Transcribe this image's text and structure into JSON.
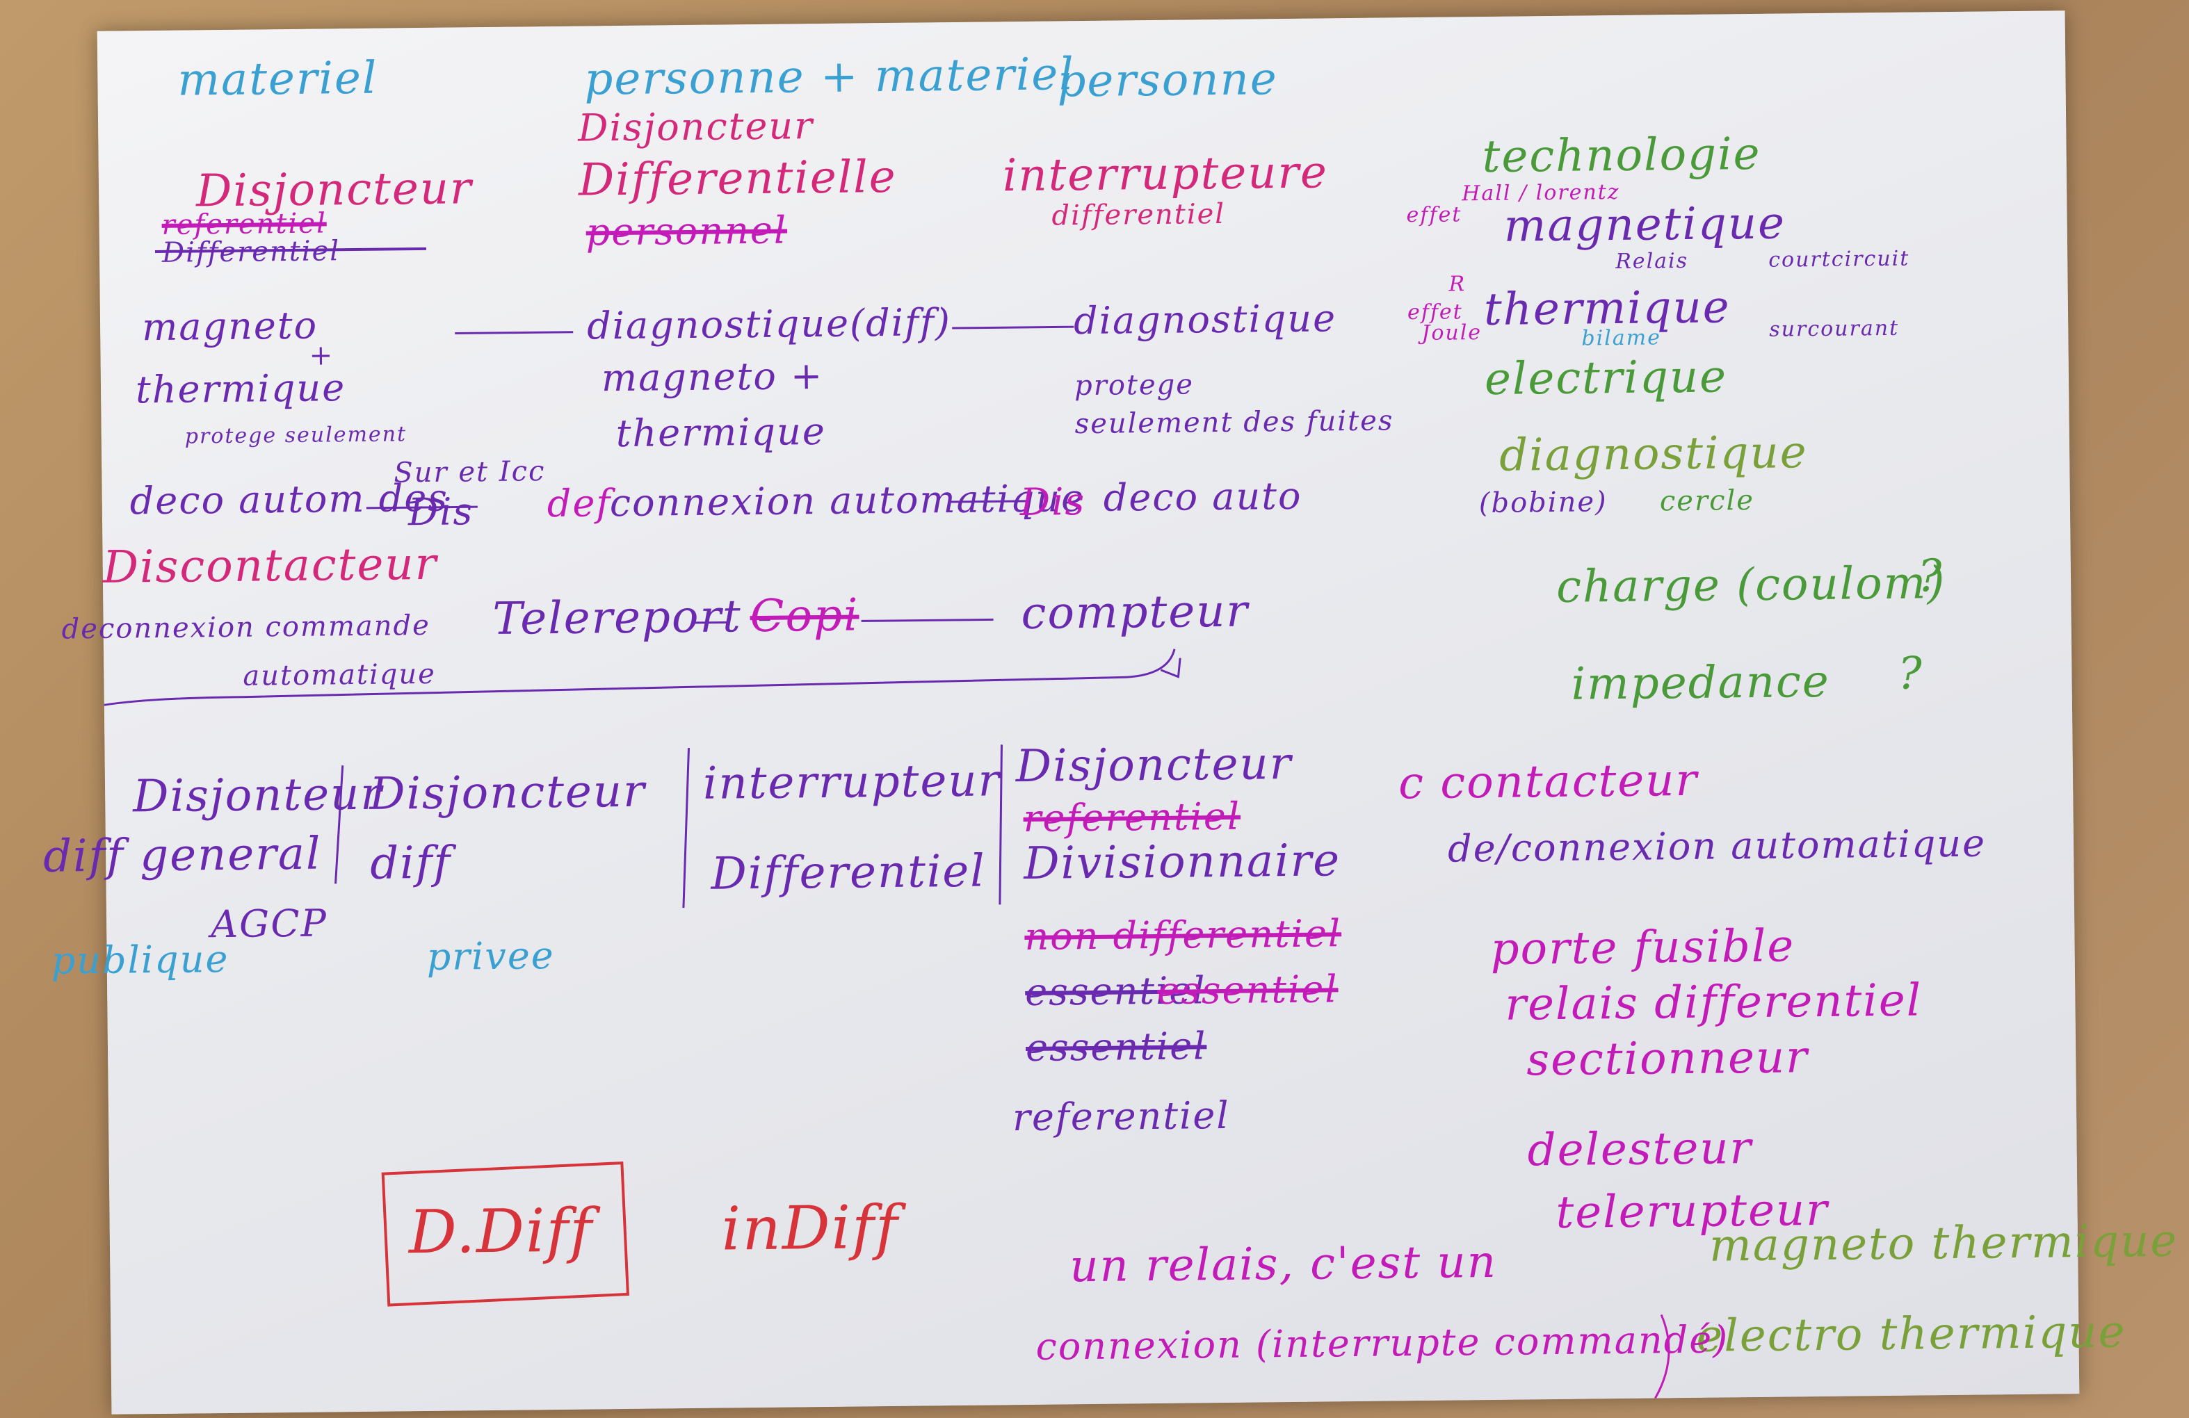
{
  "columns": {
    "materiel": "materiel",
    "personne_materiel": "personne + materiel",
    "personne": "personne"
  },
  "col1": {
    "line1": "Disjoncteur",
    "line2_struck": "referentiel",
    "line3_struck": "Differentiel",
    "magneto": "magneto",
    "plus": "+",
    "thermique": "thermique",
    "protege": "protege seulement",
    "deco": "deco autom des",
    "surintensite": "Sur et Icc",
    "dis": "Dis",
    "discontacteur": "Discontacteur",
    "deconnexion": "deconnexion commande",
    "automatique": "automatique"
  },
  "col2": {
    "line1": "Disjoncteur",
    "line2": "Differentielle",
    "struck": "personnel",
    "diagnostique": "diagnostique(diff)",
    "magneto": "magneto +",
    "thermique": "thermique",
    "def": "def",
    "connexion": "connexion automatique",
    "dis": "Dis",
    "telereport": "Telereport -",
    "copi": "Copi",
    "compteur": "compteur"
  },
  "col3": {
    "interrupteur": "interrupteure",
    "differentiel": "differentiel",
    "diagnostique": "diagnostique",
    "protege": "protege",
    "seulement": "seulement des fuites",
    "deco": "deco auto"
  },
  "col4": {
    "technologie": "technologie",
    "effet1": "effet",
    "hall": "Hall / lorentz",
    "magnetique": "magnetique",
    "relais": "Relais",
    "courtcircuit": "courtcircuit",
    "effet2": "effet",
    "r": "R",
    "joule": "Joule",
    "thermique": "thermique",
    "bilame": "bilame",
    "surcourant": "surcourant",
    "electrique": "electrique",
    "diagnostique": "diagnostique",
    "bobine": "(bobine)",
    "cercle": "cercle",
    "charge": "charge (coulom)",
    "q1": "?",
    "impedance": "impedance",
    "q2": "?"
  },
  "bottom": {
    "dg_line1": "Disjonteur",
    "dg_line2": "diff general",
    "agcp": "AGCP",
    "publique": "publique",
    "dd_line1": "Disjoncteur",
    "dd_line2": "diff",
    "privee": "privee",
    "int_line1": "interrupteur",
    "int_line2": "Differentiel",
    "div_line1": "Disjoncteur",
    "div_struck": "referentiel",
    "div_line2": "Divisionnaire",
    "strike1": "non differentiel",
    "strike2": "essentiel",
    "strike3": "essentiel",
    "strike4": "essentiel",
    "referentiel": "referentiel",
    "contacteur": "c contacteur",
    "contacteur_desc": "de/connexion automatique",
    "porte_fusible": "porte fusible",
    "relais_diff": "relais differentiel",
    "sectionneur": "sectionneur",
    "delesteur": "delesteur",
    "telerupteur": "telerupteur",
    "magneto_thermique": "magneto thermique",
    "electro_thermique": "electro thermique",
    "ddiff": "D.Diff",
    "indiff": "inDiff",
    "relais_note1": "un relais, c'est un",
    "relais_note2": "connexion (interrupte commandé)"
  }
}
